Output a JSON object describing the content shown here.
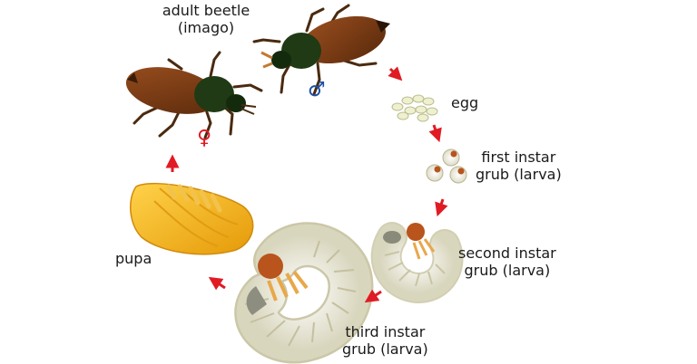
{
  "labels": {
    "adult": {
      "line1": "adult beetle",
      "line2": "(imago)"
    },
    "egg": "egg",
    "first": {
      "line1": "first instar",
      "line2": "grub (larva)"
    },
    "second": {
      "line1": "second instar",
      "line2": "grub (larva)"
    },
    "third": {
      "line1": "third instar",
      "line2": "grub (larva)"
    },
    "pupa": "pupa"
  },
  "symbols": {
    "male": "♂",
    "female": "♀"
  },
  "colors": {
    "arrow": "#e01b24",
    "male_symbol": "#1f4fa3",
    "female_symbol": "#e01b24",
    "beetle_elytra": "#7a3a12",
    "beetle_head": "#1f3a14",
    "grub_body": "#f1efe0",
    "grub_head": "#b8541c",
    "pupa": "#f5b81c"
  }
}
